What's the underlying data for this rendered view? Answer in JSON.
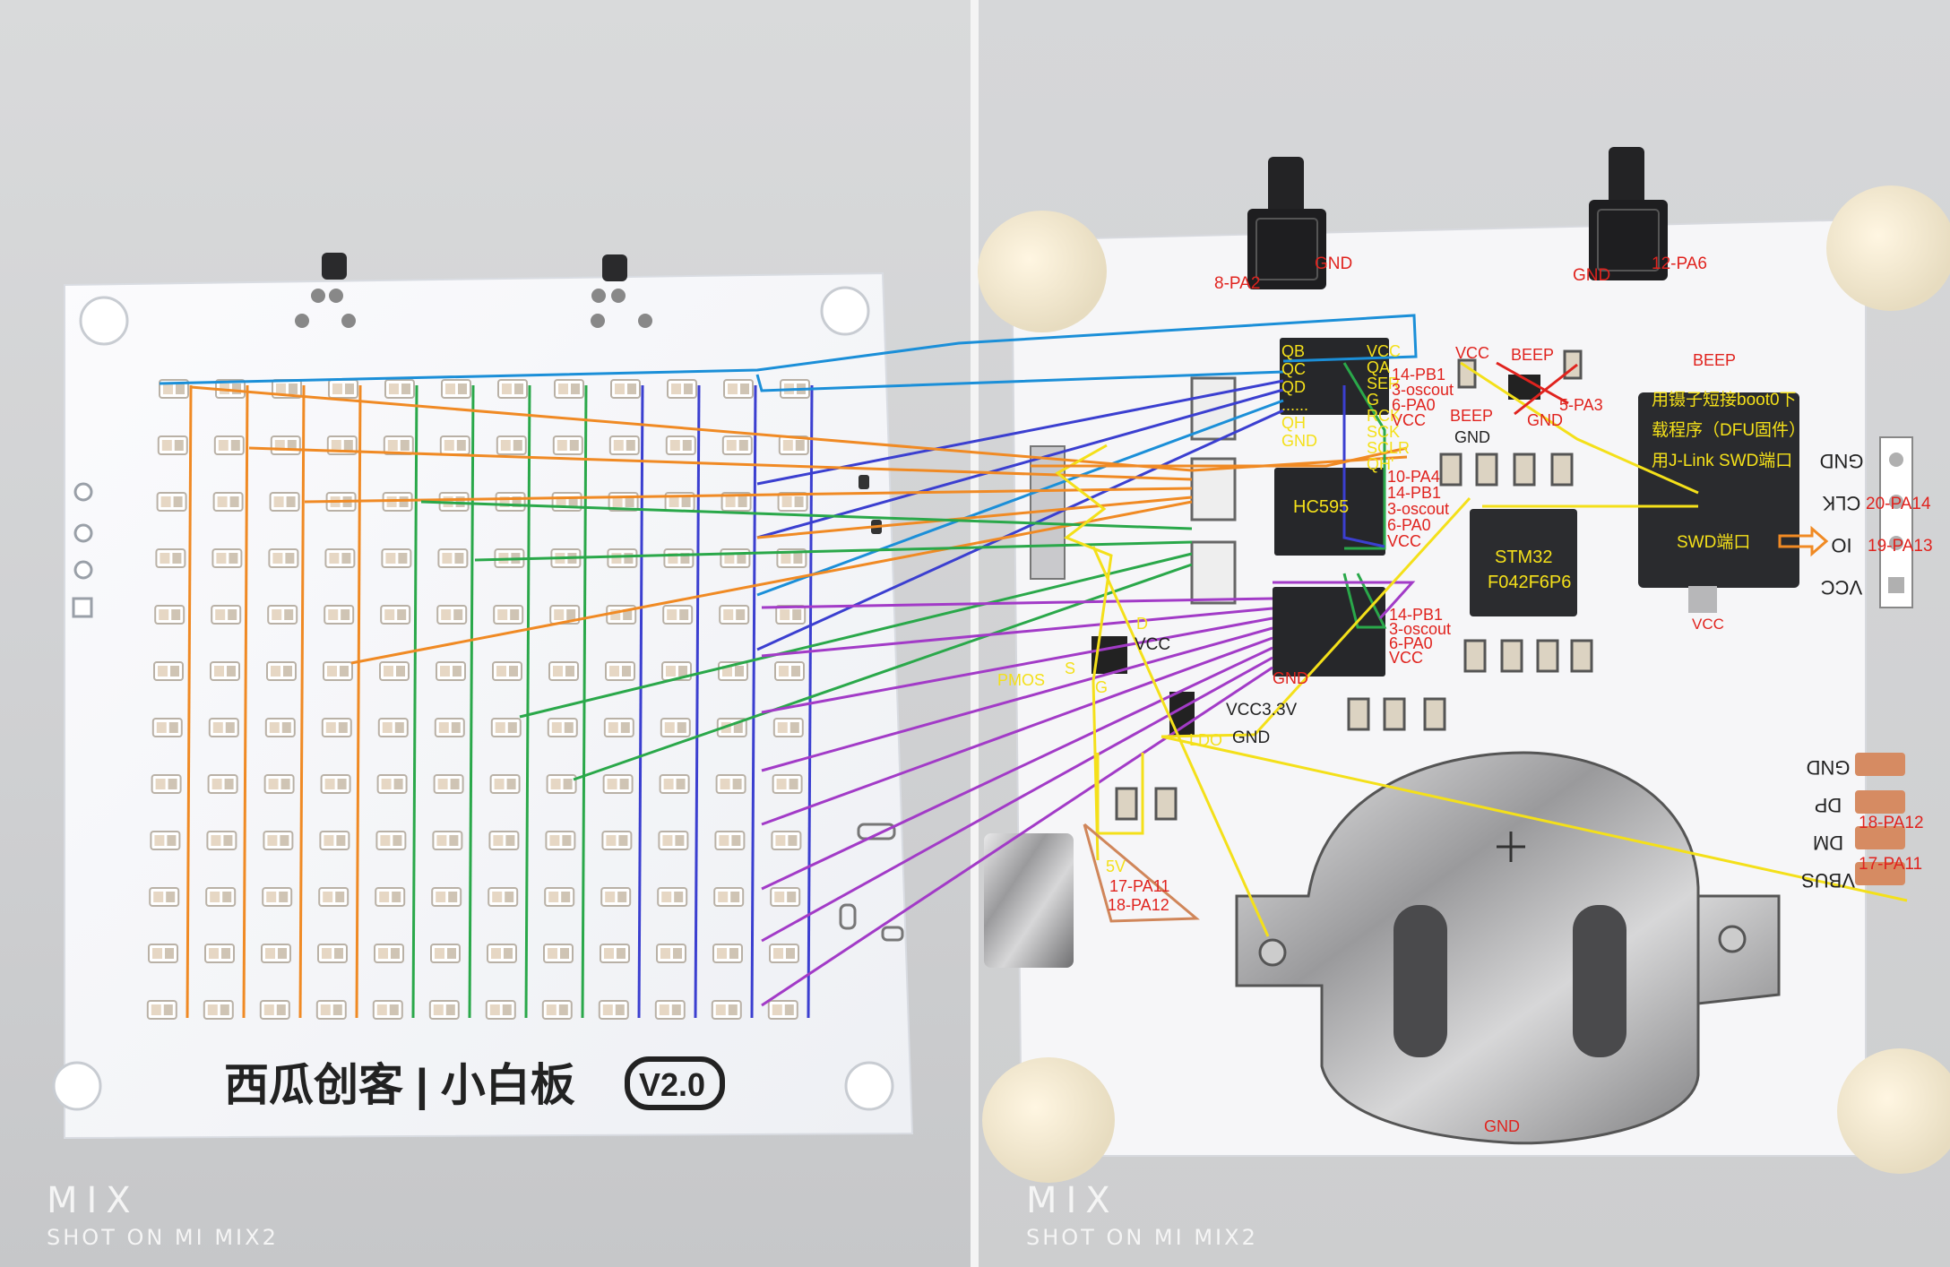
{
  "left_photo": {
    "board_title": "西瓜创客 | 小白板",
    "version_badge": "V2.0",
    "watermark_brand": "MIX",
    "watermark_caption": "SHOT ON MI MIX2",
    "led_grid": {
      "rows": 12,
      "cols": 12
    }
  },
  "right_photo": {
    "watermark_brand": "MIX",
    "watermark_caption": "SHOT ON MI MIX2",
    "button_labels": {
      "left_button_pin": "8-PA2",
      "left_button_gnd": "GND",
      "right_button_gnd": "GND",
      "right_button_pin": "12-PA6"
    },
    "hc595_top_pins_left": [
      "QB",
      "QC",
      "QD",
      "......",
      "QH",
      "GND"
    ],
    "hc595_top_pins_right": [
      "VCC",
      "QA",
      "SER",
      "G",
      "RCK",
      "SCK",
      "SCLR",
      "QH'"
    ],
    "hc595_top_signals": [
      "14-PB1",
      "3-oscout",
      "6-PA0",
      "VCC"
    ],
    "hc595_mid_label": "HC595",
    "hc595_mid_signals": [
      "10-PA4",
      "14-PB1",
      "3-oscout",
      "6-PA0",
      "VCC"
    ],
    "hc595_bottom_signals": [
      "14-PB1",
      "3-oscout",
      "6-PA0",
      "VCC"
    ],
    "hc595_bottom_gnd": "GND",
    "beeper": {
      "vcc": "VCC",
      "beep_top": "BEEP",
      "beep_low": "BEEP",
      "pin": "5-PA3",
      "gnd_left": "GND",
      "gnd_right": "GND",
      "beep_far": "BEEP"
    },
    "mcu": {
      "line1": "STM32",
      "line2": "F042F6P6"
    },
    "notes": [
      "用镊子短接boot0下",
      "载程序（DFU固件）",
      "用J-Link SWD端口"
    ],
    "swd": {
      "port_label": "SWD端口",
      "pins": [
        "GND",
        "CLK",
        "IO",
        "VCC"
      ],
      "clk_signal": "20-PA14",
      "io_signal": "19-PA13",
      "vcc_label": "VCC"
    },
    "pmos": {
      "label": "PMOS",
      "s": "S",
      "g": "G",
      "d": "D",
      "vcc": "VCC"
    },
    "ldo": {
      "label": "LDO",
      "vcc33": "VCC3.3V",
      "gnd": "GND"
    },
    "usb": {
      "v5": "5V",
      "pa11": "17-PA11",
      "pa12": "18-PA12"
    },
    "usb_pads": {
      "pins": [
        "GND",
        "DP",
        "DM",
        "VBUS"
      ],
      "dp_signal": "18-PA12",
      "dm_signal": "17-PA11"
    },
    "battery_gnd": "GND"
  },
  "colors": {
    "orange": "#f08a24",
    "green": "#2aa84a",
    "blue": "#3b3fd0",
    "cyan": "#1b8fd8",
    "purple": "#a23bc7",
    "yellow": "#f4e01a",
    "red": "#e0231e",
    "copper": "#d0865a"
  }
}
